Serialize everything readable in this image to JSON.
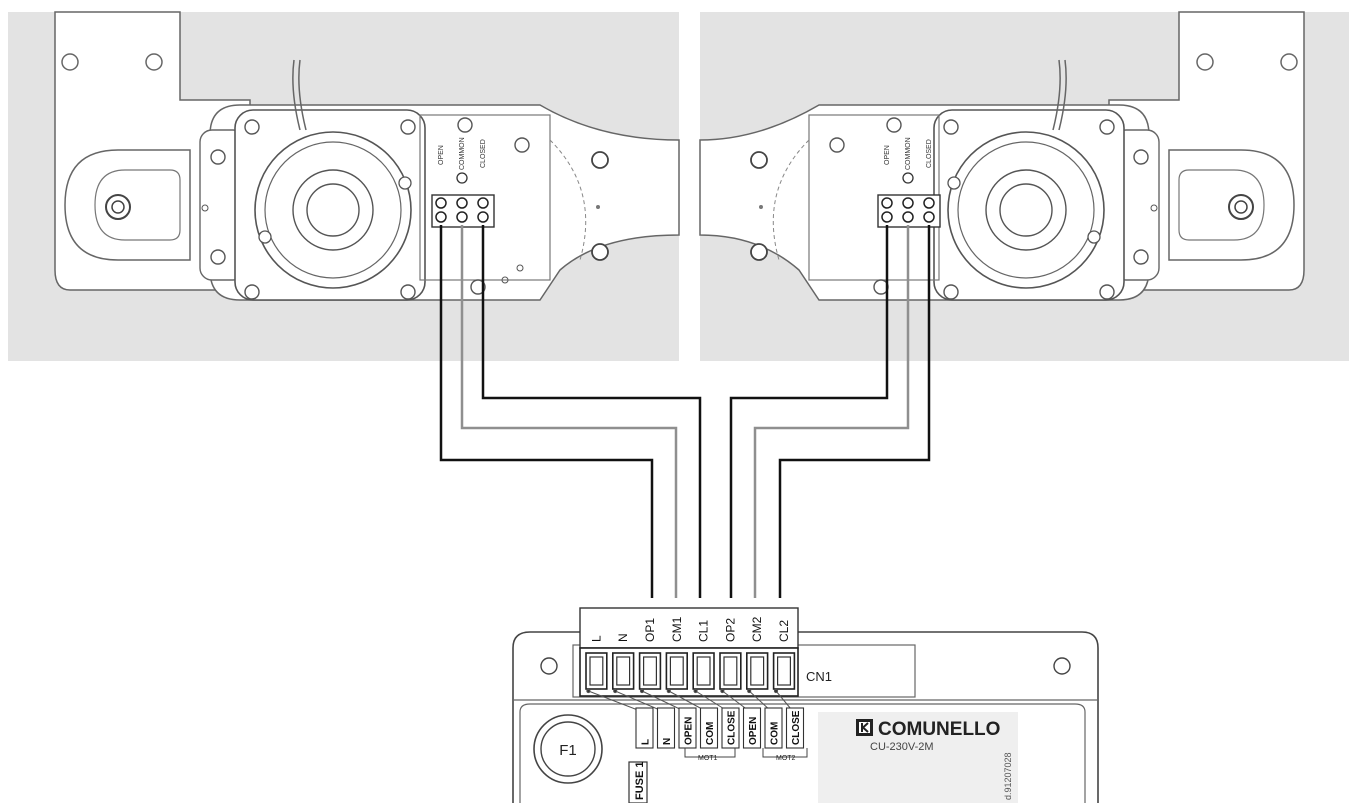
{
  "motors": {
    "left": {
      "label_open": "OPEN",
      "label_common": "COMMON",
      "label_closed": "CLOSED"
    },
    "right": {
      "label_open": "OPEN",
      "label_common": "COMMON",
      "label_closed": "CLOSED"
    }
  },
  "control_unit": {
    "terminals": [
      "L",
      "N",
      "OP1",
      "CM1",
      "CL1",
      "OP2",
      "CM2",
      "CL2"
    ],
    "connector_label": "CN1",
    "board_labels": [
      "L",
      "N",
      "OPEN",
      "COM",
      "CLOSE",
      "OPEN",
      "COM",
      "CLOSE"
    ],
    "group1": "MOT1",
    "group2": "MOT2",
    "fuse_label": "F1",
    "fuse_text": "FUSE 1",
    "brand": "COMUNELLO",
    "model": "CU-230V-2M",
    "code": "d.91207028"
  },
  "colors": {
    "background": "#ffffff",
    "panel": "#e3e3e3",
    "wire_black": "#111111",
    "wire_grey": "#8f8f8f",
    "line": "#555555"
  },
  "icons": {
    "brand_logo": "comunello-logo-icon",
    "fuse": "fuse-icon"
  }
}
